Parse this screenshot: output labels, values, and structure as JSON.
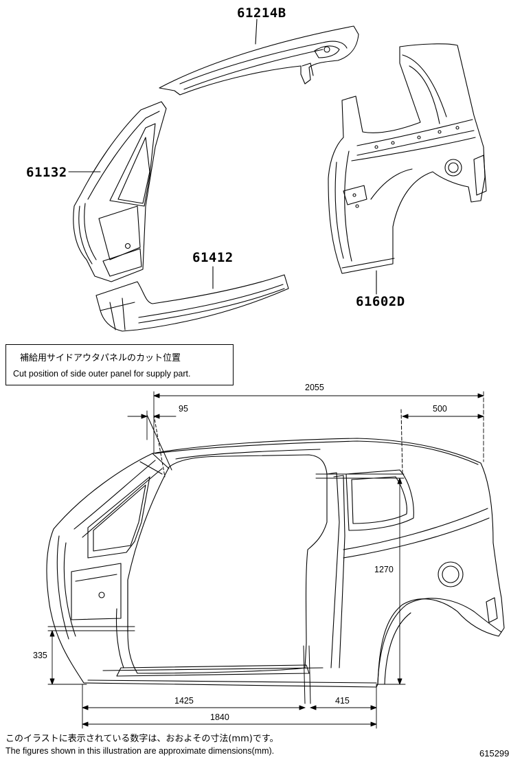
{
  "parts": {
    "roof_side_rail": "61214B",
    "front_pillar": "61132",
    "rocker_panel": "61412",
    "quarter_panel": "61602D"
  },
  "note": {
    "japanese": "補給用サイドアウタパネルのカット位置",
    "english": "Cut position of side outer panel for supply part."
  },
  "dimensions": {
    "overall_length": "2055",
    "front_cut_offset": "95",
    "rear_cut_offset": "500",
    "rear_cut_height": "1270",
    "front_cut_height": "335",
    "front_to_center_cut": "1425",
    "center_to_rear_cut": "415",
    "front_to_rear_cut": "1840"
  },
  "footer": {
    "japanese": "このイラストに表示されている数字は、おおよその寸法(mm)です。",
    "english": "The figures shown in this illustration are approximate dimensions(mm).",
    "illustration_number": "615299"
  }
}
